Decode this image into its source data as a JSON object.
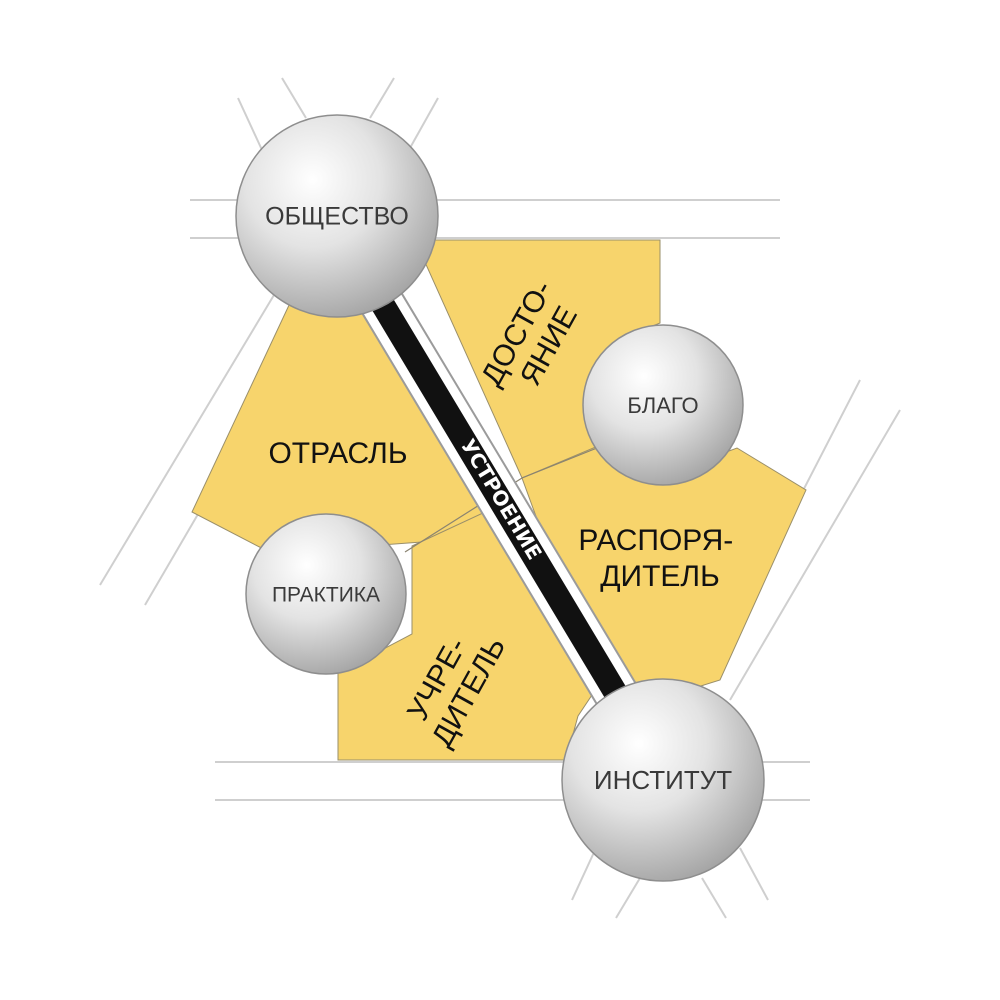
{
  "nodes": {
    "society": "ОБЩЕСТВО",
    "good": "БЛАГО",
    "practice": "ПРАКТИКА",
    "institute": "ИНСТИТУТ"
  },
  "zones": {
    "industry": [
      "ОТРАСЛЬ"
    ],
    "property": [
      "ДОСТО-",
      "ЯНИЕ"
    ],
    "manager": [
      "РАСПОРЯ-",
      "ДИТЕЛЬ"
    ],
    "founder": [
      "УЧРЕ-",
      "ДИТЕЛЬ"
    ]
  },
  "road_label": "УСТРОЕНИЕ",
  "colors": {
    "zone_fill": "#f7d46c",
    "road_stripe": "#111111",
    "node_sphere": "#d9d9d9"
  }
}
